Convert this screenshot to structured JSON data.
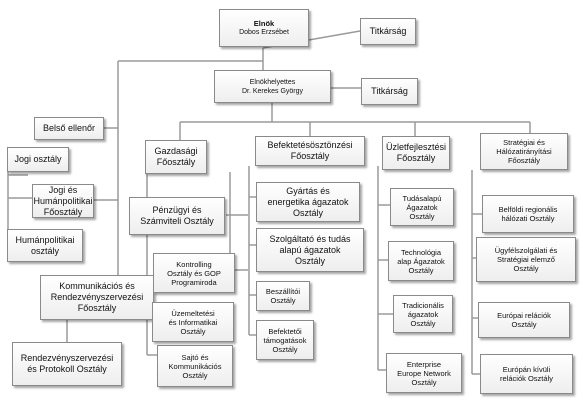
{
  "chairman": {
    "title": "Elnök",
    "name": "Dobos Erzsébet"
  },
  "secretariat_1": "Titkárság",
  "vice_chairman": {
    "title": "Elnökhelyettes",
    "name": "Dr. Kerekes György"
  },
  "secretariat_2": "Titkárság",
  "internal_audit": "Belső ellenőr",
  "legal": "Jogi osztály",
  "legal_hr": "Jogi és\nHumánpolitikai\nFőosztály",
  "hr": "Humánpolitikai\nosztály",
  "communications": "Kommunikációs és\nRendezvényszervezési\nFőosztály",
  "events": "Rendezvényszervezési\nés Protokoll Osztály",
  "press": "Sajtó és\nKommunikációs\nOsztály",
  "economic": "Gazdasági\nFőosztály",
  "finance": "Pénzügyi és\nSzámviteli Osztály",
  "controlling": "Kontrolling\nOsztály és GOP\nProgramiroda",
  "operations_it": "Üzemeltetési\nés Informatikai\nOsztály",
  "investment": "Befektetésösztönzési\nFőosztály",
  "manufacturing": "Gyártás és\nenergetika ágazatok\nOsztály",
  "services": "Szolgáltató és tudás\nalapú ágazatok\nOsztály",
  "suppliers": "Beszállítói\nOsztály",
  "investor_support": "Befektetői\ntámogatások\nOsztály",
  "business_dev": "Üzletfejlesztési\nFőosztály",
  "knowledge": "Tudásalapú\nÁgazatok\nOsztály",
  "technology": "Technológia\nalap Ágazatok\nOsztály",
  "traditional": "Tradicionális\nágazatok\nOsztály",
  "een": "Enterprise\nEurope Network\nOsztály",
  "strategy": "Stratégiai és\nHálózatirányítási\nFőosztály",
  "domestic_regional": "Belföldi regionális\nhálózati Osztály",
  "customer_service": "Ügyfélszolgálati és\nStratégiai elemző\nOsztály",
  "eu_relations": "Európai relációk\nOsztály",
  "non_eu_relations": "Európán kívüli\nrelációk Osztály",
  "colors": {
    "line": "#9a9a9a",
    "border": "#8a8a8a"
  }
}
